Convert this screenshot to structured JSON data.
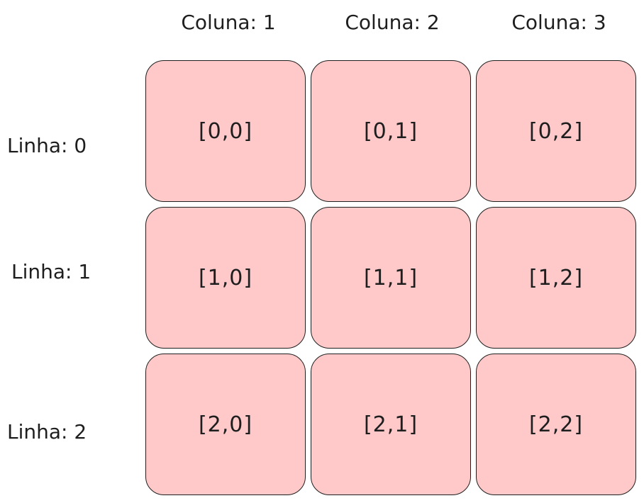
{
  "columns": [
    "Coluna: 1",
    "Coluna: 2",
    "Coluna: 3"
  ],
  "rows": [
    "Linha: 0",
    "Linha: 1",
    "Linha: 2"
  ],
  "cells": [
    [
      "[0,0]",
      "[0,1]",
      "[0,2]"
    ],
    [
      "[1,0]",
      "[1,1]",
      "[1,2]"
    ],
    [
      "[2,0]",
      "[2,1]",
      "[2,2]"
    ]
  ],
  "colors": {
    "cell_fill": "#ffc9c9",
    "stroke": "#1e1e1e"
  }
}
